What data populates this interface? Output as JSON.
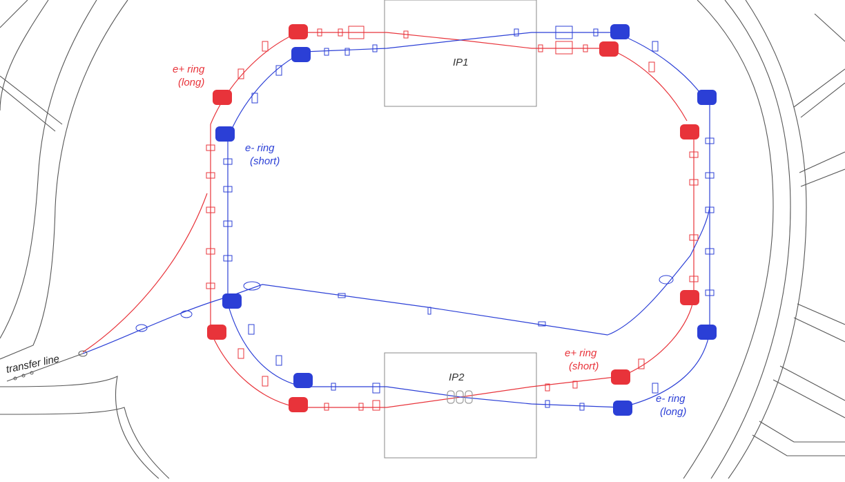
{
  "colors": {
    "positron": "#e8333a",
    "electron": "#2b3fd6",
    "tunnel": "#555555",
    "ip_box": "#888888",
    "transfer": "#555555"
  },
  "interaction_points": {
    "ip1": "IP1",
    "ip2": "IP2"
  },
  "labels": {
    "positron_long": [
      "e+ ring",
      "(long)"
    ],
    "electron_short": [
      "e- ring",
      "(short)"
    ],
    "positron_short": [
      "e+ ring",
      "(short)"
    ],
    "electron_long": [
      "e- ring",
      "(long)"
    ],
    "transfer_line": "transfer line"
  },
  "legend_icons": {
    "dipole": "dipole-magnet-icon",
    "quadrupole": "quadrupole-magnet-icon"
  }
}
